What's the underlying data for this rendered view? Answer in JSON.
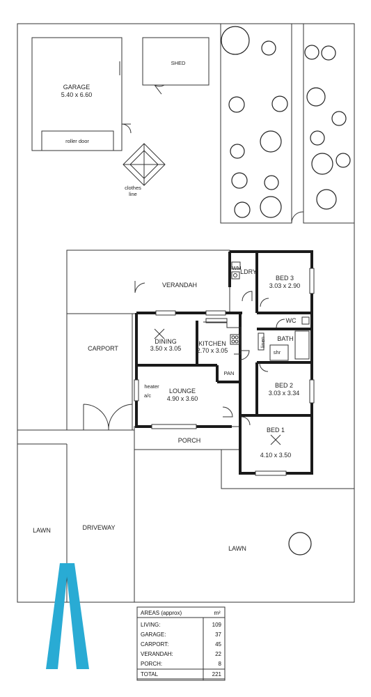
{
  "labels": {
    "garage": "GARAGE",
    "garage_dim": "5.40 x 6.60",
    "roller_door": "roller door",
    "shed": "SHED",
    "clothes_line_1": "clothes",
    "clothes_line_2": "line",
    "verandah": "VERANDAH",
    "carport": "CARPORT",
    "ldry": "LDRY",
    "wm": "WM",
    "bed3": "BED 3",
    "bed3_dim": "3.03 x 2.90",
    "wc": "WC",
    "bath": "BATH",
    "linen": "linen",
    "shr": "shr",
    "dining": "DINING",
    "dining_dim": "3.50 x 3.05",
    "kitchen": "KITCHEN",
    "kitchen_dim": "2.70 x 3.05",
    "pan": "PAN",
    "heater": "heater",
    "ac": "a/c",
    "lounge": "LOUNGE",
    "lounge_dim": "4.90 x 3.60",
    "bed2": "BED 2",
    "bed2_dim": "3.03 x 3.34",
    "porch": "PORCH",
    "bed1": "BED 1",
    "bed1_dim": "4.10 x 3.50",
    "lawn_left": "LAWN",
    "driveway": "DRIVEWAY",
    "lawn_right": "LAWN"
  },
  "areas": {
    "title": "AREAS (approx)",
    "unit": "m²",
    "rows": [
      {
        "name": "LIVING:",
        "value": "109"
      },
      {
        "name": "GARAGE:",
        "value": "37"
      },
      {
        "name": "CARPORT:",
        "value": "45"
      },
      {
        "name": "VERANDAH:",
        "value": "22"
      },
      {
        "name": "PORCH:",
        "value": "8"
      }
    ],
    "total_name": "TOTAL",
    "total_value": "221"
  },
  "colors": {
    "logo": "#29abd4",
    "wall": "#1a1a1a",
    "line": "#333333"
  },
  "icons": {
    "logo": "blue-a-logo"
  }
}
